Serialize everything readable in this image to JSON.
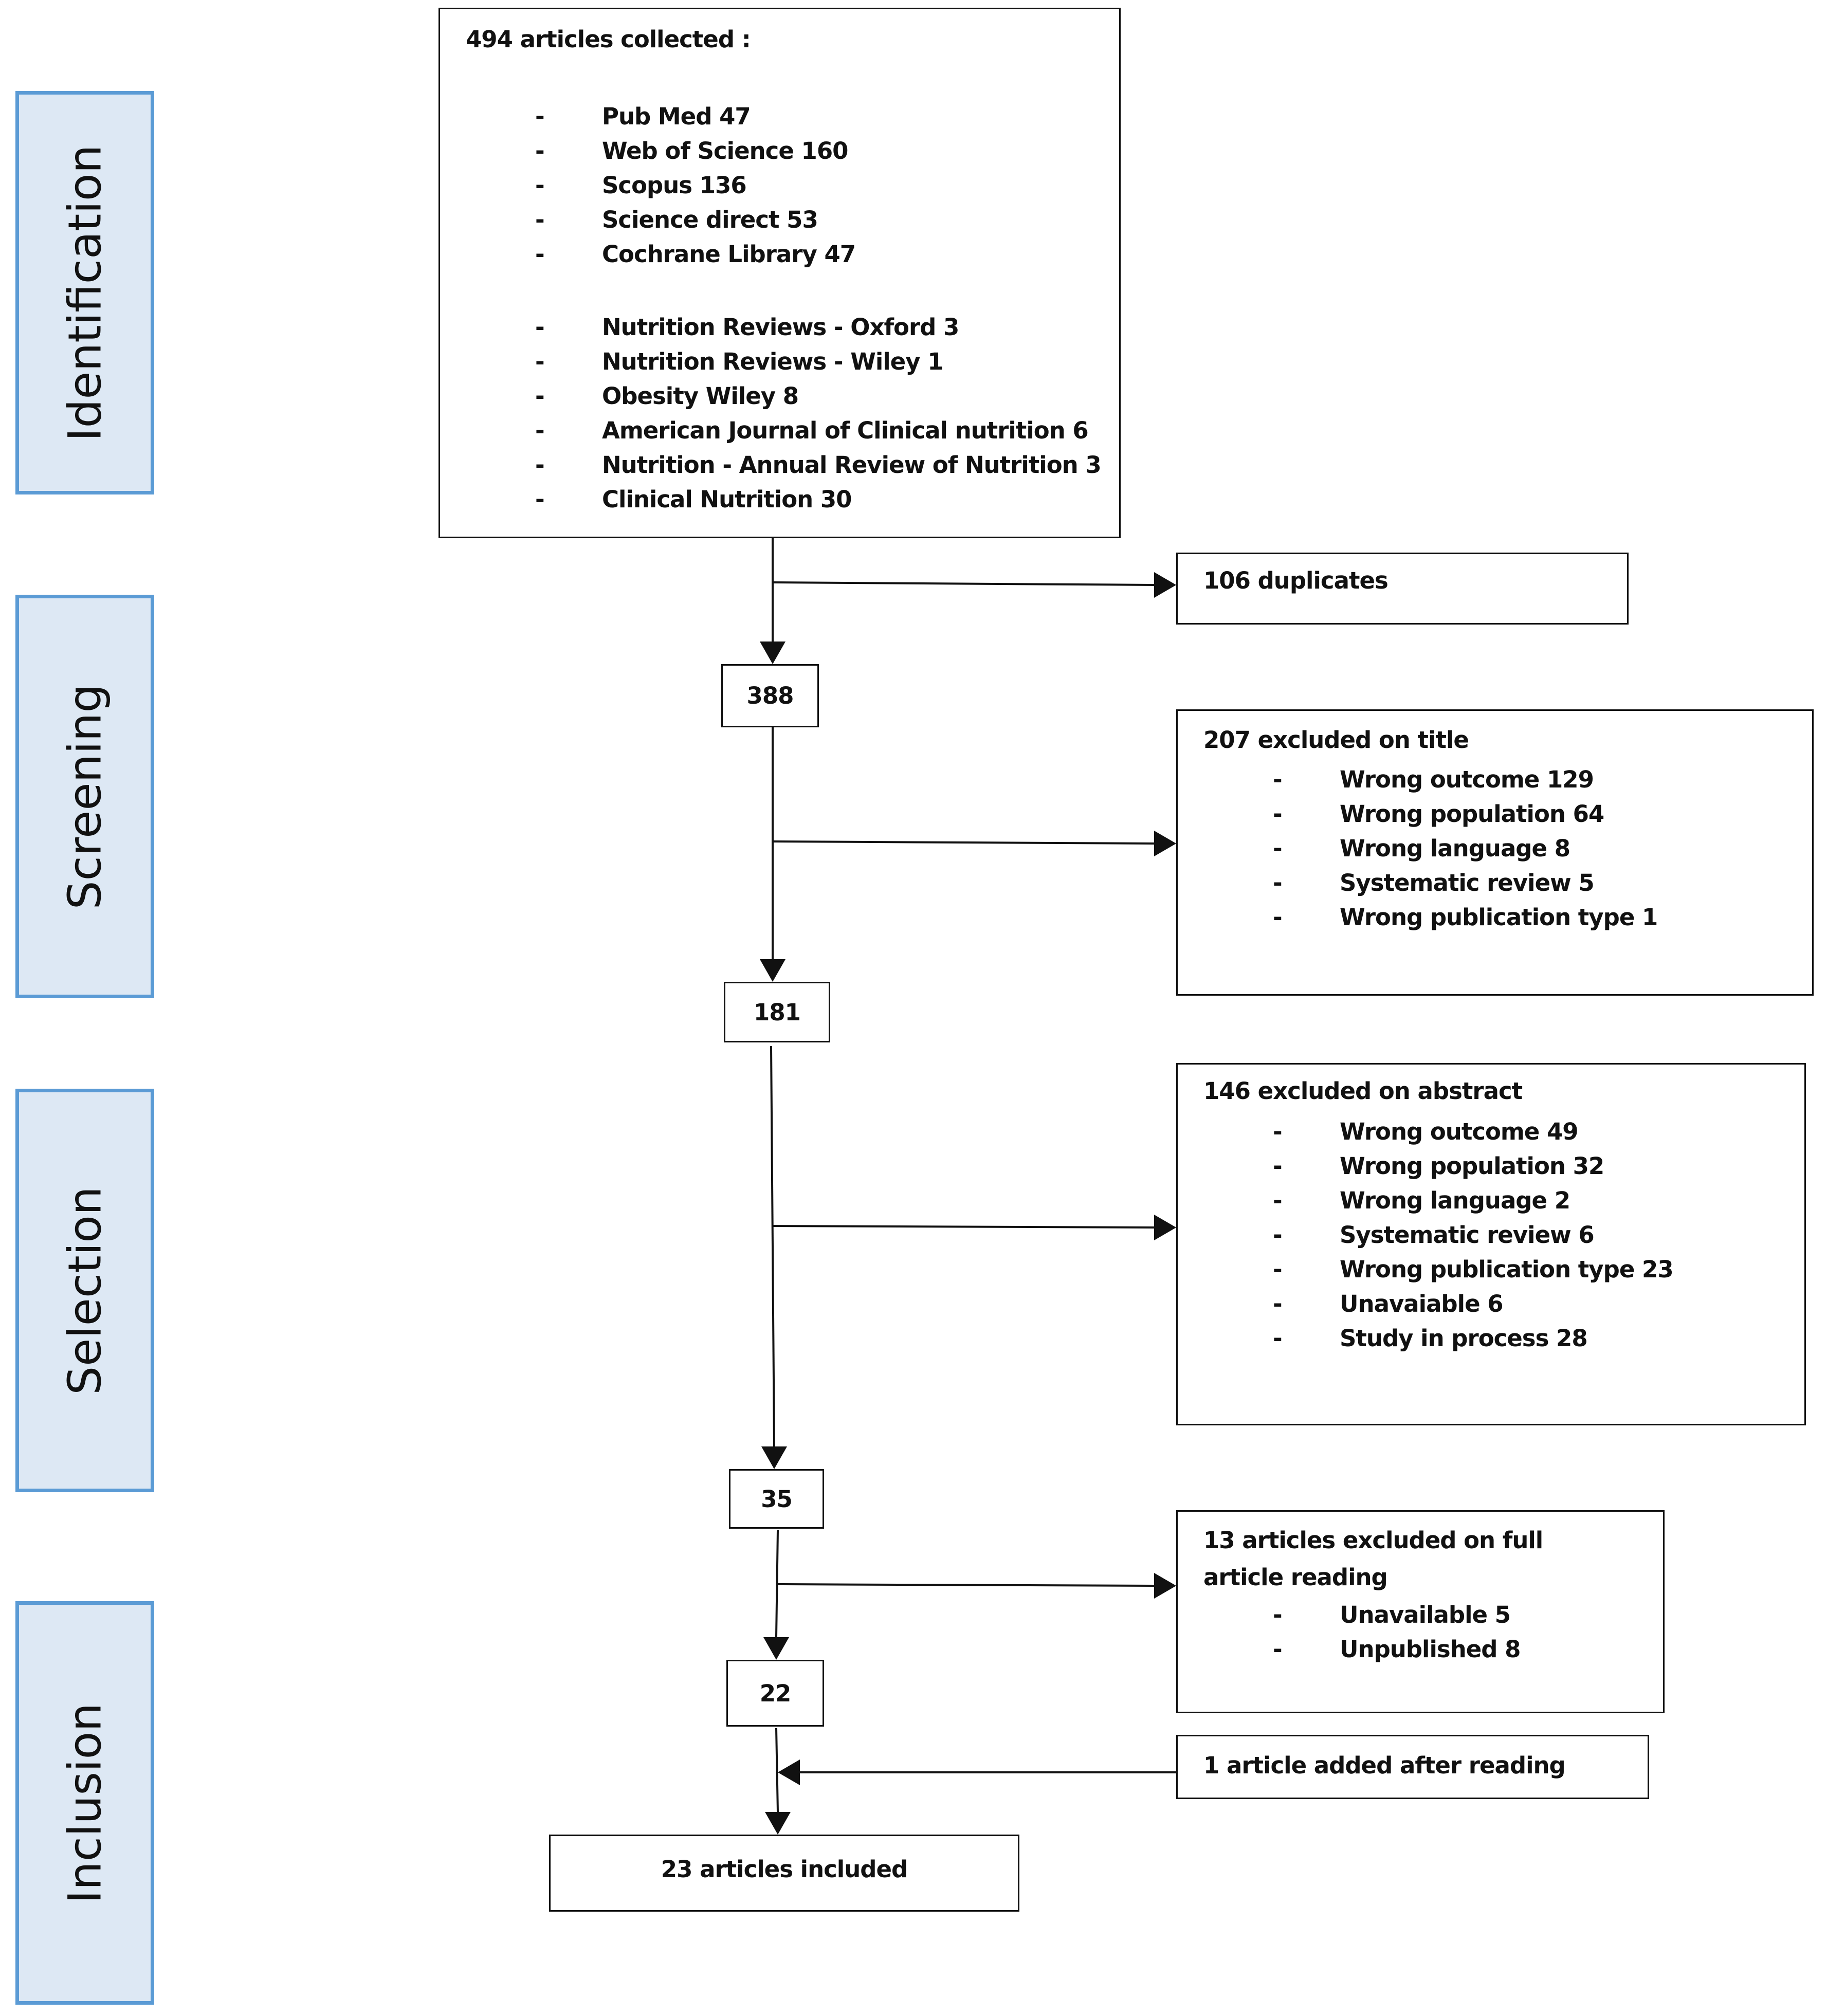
{
  "stages": [
    "Identification",
    "Screening",
    "Selection",
    "Inclusion"
  ],
  "collected": {
    "title": "494 articles collected :",
    "group1": [
      "Pub Med 47",
      "Web of Science 160",
      "Scopus 136",
      "Science direct 53",
      "Cochrane Library 47"
    ],
    "group2": [
      "Nutrition Reviews - Oxford 3",
      "Nutrition Reviews - Wiley 1",
      "Obesity Wiley 8",
      "American Journal of Clinical nutrition 6",
      "Nutrition - Annual Review of Nutrition 3",
      "Clinical Nutrition 30"
    ]
  },
  "counts": {
    "after_duplicates": "388",
    "after_title": "181",
    "after_abstract": "35",
    "after_full": "22",
    "included": "23 articles included"
  },
  "duplicates": {
    "title": "106 duplicates"
  },
  "title_exclusion": {
    "title": "207 excluded on title",
    "items": [
      "Wrong outcome 129",
      "Wrong population 64",
      "Wrong language 8",
      "Systematic review 5",
      "Wrong publication type 1"
    ]
  },
  "abstract_exclusion": {
    "title": "146 excluded on abstract",
    "items": [
      "Wrong outcome 49",
      "Wrong population 32",
      "Wrong language 2",
      "Systematic review 6",
      "Wrong publication type 23",
      "Unavaiable 6",
      "Study in process 28"
    ]
  },
  "fulltext_exclusion": {
    "title": "13 articles excluded on full article reading",
    "items": [
      "Unavailable 5",
      "Unpublished 8"
    ]
  },
  "added": {
    "title": "1 article added after reading"
  },
  "bullet": "-"
}
